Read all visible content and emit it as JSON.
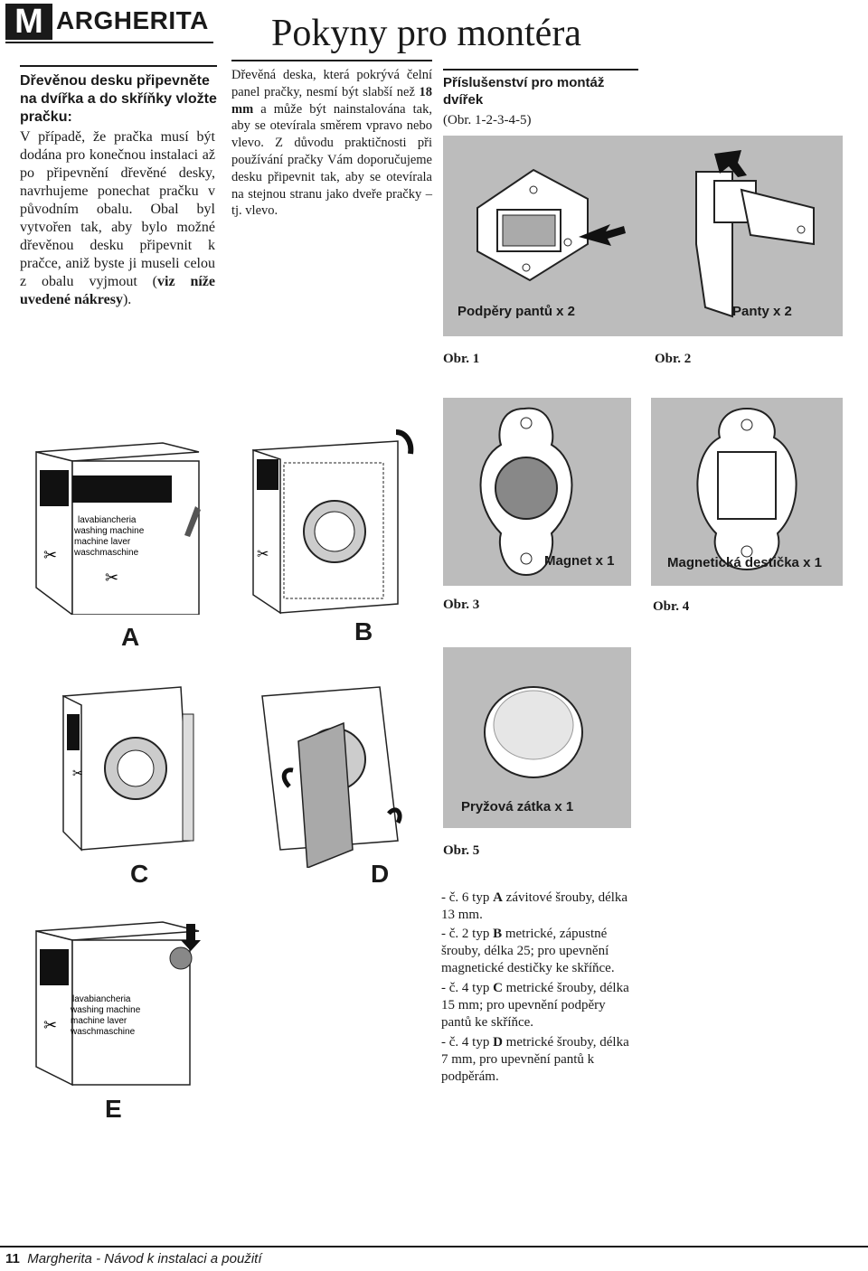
{
  "header": {
    "logo_initial": "M",
    "logo_rest": "ARGHERITA",
    "title": "Pokyny pro montéra"
  },
  "intro": {
    "heading": "Dřevěnou desku připevněte na dvířka a do skříňky vložte pračku:",
    "body_start": "V případě, že pračka musí být dodána pro konečnou instalaci až po připevnění dřevěné desky, navrhujeme ponechat pračku v původním obalu. Obal byl vytvořen tak, aby bylo možné dřevěnou desku připevnit k pračce, aniž byste ji museli celou z obalu vyjmout (",
    "body_bold": "viz níže uvedené nákresy",
    "body_end": ")."
  },
  "middle": {
    "p1": "Dřevěná deska, která pokrývá čelní panel pračky, nesmí být slabší než ",
    "p1_bold": "18 mm",
    "p1_end": " a může být nainstalována tak, aby se otevírala směrem vpravo nebo vlevo. Z důvodu praktičnosti při používání pračky Vám doporučujeme desku připevnit tak, aby se otevírala na stejnou stranu jako dveře pračky – tj. vlevo."
  },
  "accessories": {
    "heading": "Příslušenství pro montáž dvířek",
    "sub": "(Obr. 1-2-3-4-5)",
    "fig1_caption": "Podpěry pantů x 2",
    "fig2_caption": "Panty x 2",
    "fig3_caption": "Magnet x 1",
    "fig4_caption": "Magnetická destička x 1",
    "fig5_caption": "Pryžová zátka x 1",
    "obr1": "Obr. 1",
    "obr2": "Obr. 2",
    "obr3": "Obr. 3",
    "obr4": "Obr. 4",
    "obr5": "Obr. 5"
  },
  "steps": {
    "a": "A",
    "b": "B",
    "c": "C",
    "d": "D",
    "e": "E",
    "box_lines": [
      "lavabiancheria",
      "washing machine",
      "machine laver",
      "waschmaschine"
    ]
  },
  "screws": [
    {
      "pre": "- č. 6 typ ",
      "bold": "A",
      "post": " závitové šrouby, délka 13 mm."
    },
    {
      "pre": "- č. 2 typ ",
      "bold": "B",
      "post": " metrické, zápustné šrouby, délka 25; pro upevnění magnetické destičky ke skříňce."
    },
    {
      "pre": "- č. 4 typ ",
      "bold": "C",
      "post": " metrické šrouby, délka 15 mm; pro upevnění podpěry pantů ke skříňce."
    },
    {
      "pre": "- č. 4 typ ",
      "bold": "D",
      "post": " metrické šrouby, délka 7 mm, pro upevnění pantů k podpěrám."
    }
  ],
  "footer": {
    "page_number": "11",
    "text": "Margherita - Návod k instalaci a použití"
  }
}
